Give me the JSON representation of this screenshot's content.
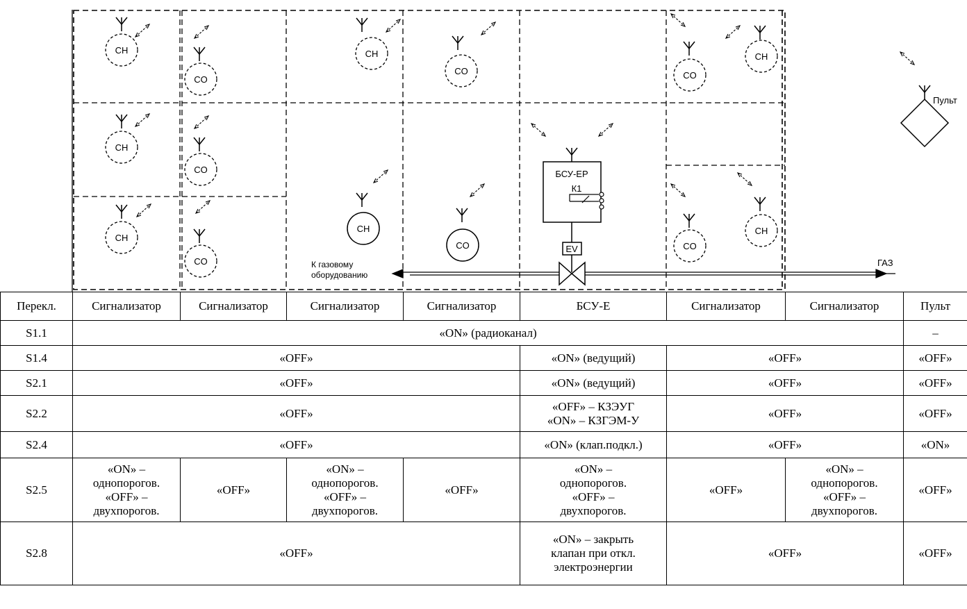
{
  "diagram": {
    "labels": {
      "ch": "CH",
      "co": "CO",
      "bsu": "БСУ-ЕР",
      "relay": "К1",
      "ev": "EV",
      "gas": "ГАЗ",
      "to_equipment_line1": "К газовому",
      "to_equipment_line2": "оборудованию",
      "remote": "Пульт"
    }
  },
  "table": {
    "header": [
      "Перекл.",
      "Сигнализатор",
      "Сигнализатор",
      "Сигнализатор",
      "Сигнализатор",
      "БСУ-Е",
      "Сигнализатор",
      "Сигнализатор",
      "Пульт"
    ],
    "rows": {
      "s11": {
        "switch": "S1.1",
        "all": "«ON» (радиоканал)",
        "remote": "–"
      },
      "s14": {
        "switch": "S1.4",
        "left": "«OFF»",
        "bsu": "«ON» (ведущий)",
        "right": "«OFF»",
        "remote": "«OFF»"
      },
      "s21": {
        "switch": "S2.1",
        "left": "«OFF»",
        "bsu": "«ON» (ведущий)",
        "right": "«OFF»",
        "remote": "«OFF»"
      },
      "s22": {
        "switch": "S2.2",
        "left": "«OFF»",
        "bsu": "«OFF» – КЗЭУГ\n«ON» – КЗГЭМ-У",
        "right": "«OFF»",
        "remote": "«OFF»"
      },
      "s24": {
        "switch": "S2.4",
        "left": "«OFF»",
        "bsu": "«ON» (клап.подкл.)",
        "right": "«OFF»",
        "remote": "«ON»"
      },
      "s25": {
        "switch": "S2.5",
        "c1": "«ON» –\nоднопорогов.\n«OFF» –\nдвухпорогов.",
        "c2": "«OFF»",
        "c3": "«ON» –\nоднопорогов.\n«OFF» –\nдвухпорогов.",
        "c4": "«OFF»",
        "bsu": "«ON» –\nоднопорогов.\n«OFF» –\nдвухпорогов.",
        "c6": "«OFF»",
        "c7": "«ON» –\nоднопорогов.\n«OFF» –\nдвухпорогов.",
        "remote": "«OFF»"
      },
      "s28": {
        "switch": "S2.8",
        "left": "«OFF»",
        "bsu": "«ON» – закрыть\nклапан при откл.\nэлектроэнергии",
        "right": "«OFF»",
        "remote": "«OFF»"
      }
    }
  }
}
